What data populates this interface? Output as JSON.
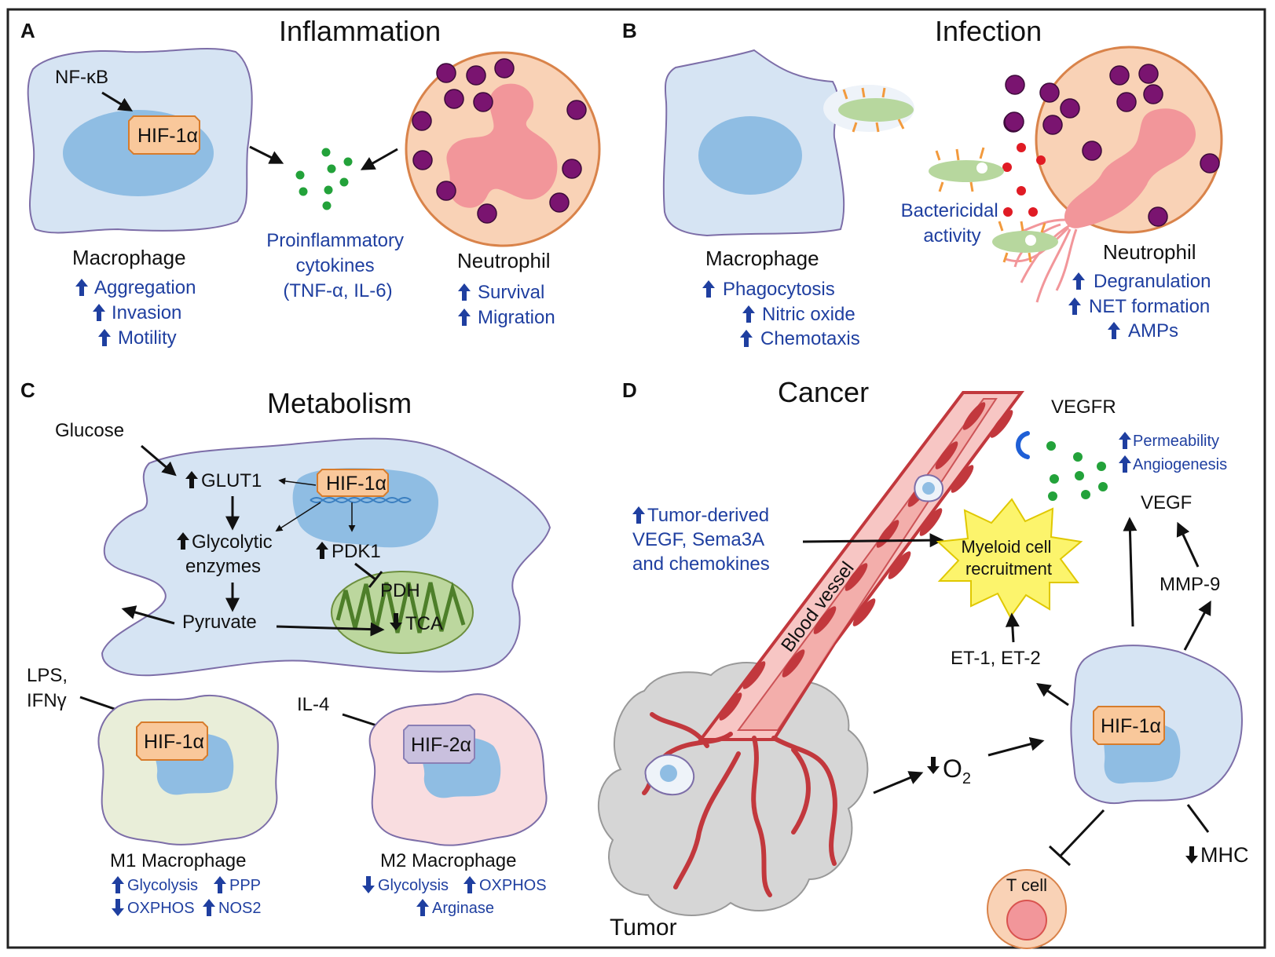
{
  "panels": {
    "a": {
      "letter": "A",
      "title": "Inflammation",
      "nfkb": "NF-κB",
      "hif": "HIF-1α",
      "cytokines": [
        "Proinflammatory",
        "cytokines",
        "(TNF-α, IL-6)"
      ],
      "macrophage": "Macrophage",
      "macrophage_effects": [
        "Aggregation",
        "Invasion",
        "Motility"
      ],
      "neutrophil": "Neutrophil",
      "neutrophil_effects": [
        "Survival",
        "Migration"
      ]
    },
    "b": {
      "letter": "B",
      "title": "Infection",
      "macrophage": "Macrophage",
      "macrophage_effects": [
        "Phagocytosis",
        "Nitric oxide",
        "Chemotaxis"
      ],
      "bactericidal": [
        "Bactericidal",
        "activity"
      ],
      "neutrophil": "Neutrophil",
      "neutrophil_effects": [
        "Degranulation",
        "NET formation",
        "AMPs"
      ]
    },
    "c": {
      "letter": "C",
      "title": "Metabolism",
      "glucose": "Glucose",
      "glut1": "GLUT1",
      "hif": "HIF-1α",
      "glycolytic": [
        "Glycolytic",
        "enzymes"
      ],
      "pdk1": "PDK1",
      "pdh": "PDH",
      "pyruvate": "Pyruvate",
      "tca": "TCA",
      "lps": [
        "LPS,",
        "IFNγ"
      ],
      "il4": "IL-4",
      "hif2": "HIF-2α",
      "m1": "M1 Macrophage",
      "m1_glycolysis": "Glycolysis",
      "m1_ppp": "PPP",
      "m1_oxphos": "OXPHOS",
      "m1_nos2": "NOS2",
      "m2": "M2 Macrophage",
      "m2_glycolysis": "Glycolysis",
      "m2_oxphos": "OXPHOS",
      "m2_arginase": "Arginase"
    },
    "d": {
      "letter": "D",
      "title": "Cancer",
      "vegfr": "VEGFR",
      "permeability": "Permeability",
      "angiogenesis": "Angiogenesis",
      "tumor_derived": [
        "Tumor-derived",
        "VEGF, Sema3A",
        "and chemokines"
      ],
      "myeloid": [
        "Myeloid cell",
        "recruitment"
      ],
      "vegf": "VEGF",
      "mmp9": "MMP-9",
      "blood_vessel": "Blood vessel",
      "et": "ET-1, ET-2",
      "hif": "HIF-1α",
      "o2": "O",
      "o2_sub": "2",
      "mhc": "MHC",
      "tcell": "T cell",
      "tumor": "Tumor"
    }
  },
  "colors": {
    "arrow_up_blue": "#1f3fa0",
    "cell_blue": "#d6e4f3",
    "nucleus_blue": "#8fbde3",
    "hif_orange": "#f9c89b",
    "neutrophil_peach": "#f9d2b6",
    "granule_purple": "#7a1470",
    "vessel_red": "#c2383d",
    "cytokine_green": "#23a23a"
  }
}
